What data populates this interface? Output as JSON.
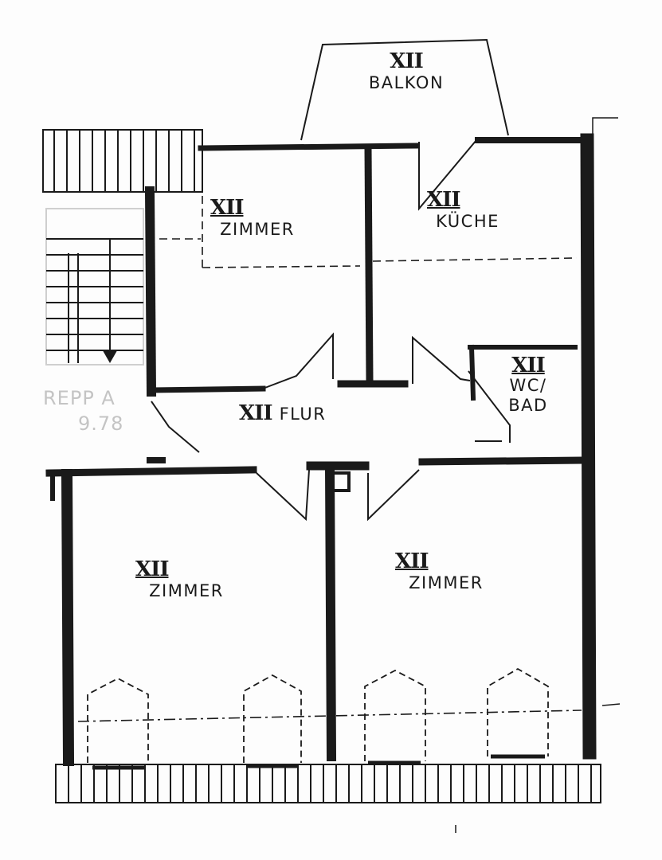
{
  "rooms": {
    "balkon": {
      "number": "XII",
      "name": "BALKON"
    },
    "zimmer_top": {
      "number": "XII",
      "name": "ZIMMER"
    },
    "kueche": {
      "number": "XII",
      "name": "KÜCHE"
    },
    "wc_bad": {
      "number": "XII",
      "name_line1": "WC/",
      "name_line2": "BAD"
    },
    "flur": {
      "number": "XII",
      "name": "FLUR"
    },
    "zimmer_left": {
      "number": "XII",
      "name": "ZIMMER"
    },
    "zimmer_right": {
      "number": "XII",
      "name": "ZIMMER"
    }
  },
  "stair": {
    "label": "REPP A",
    "level": "9.78"
  },
  "colors": {
    "ink": "#1a1a1a",
    "paper": "#fdfdfd",
    "faded": "#c4c4c4"
  }
}
